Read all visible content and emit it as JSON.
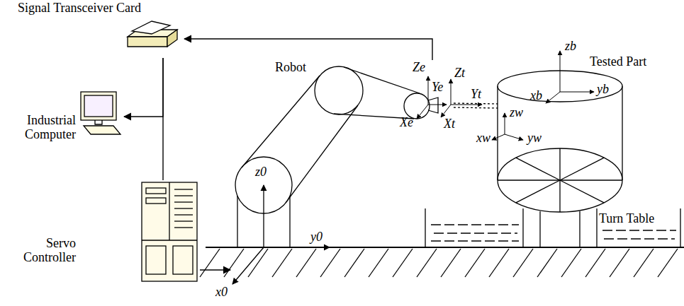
{
  "diagram": {
    "nodes": [
      {
        "text": [
          "Signal Transceiver Card"
        ]
      },
      {
        "text": [
          "Industrial Computer"
        ]
      },
      {
        "text": [
          "Servo Controller"
        ]
      },
      {
        "text": [
          "Robot"
        ]
      },
      {
        "text": [
          "Tested Part"
        ]
      },
      {
        "text": [
          "Turn Table"
        ]
      }
    ],
    "edges": [
      {
        "from": 3,
        "to": 0,
        "arrow": "to"
      },
      {
        "from": 0,
        "to": 1,
        "arrow": "to"
      },
      {
        "from": 0,
        "to": 2,
        "arrow": "none"
      },
      {
        "from": 2,
        "to": 3,
        "arrow": "to"
      }
    ],
    "labels": [
      "z0",
      "y0",
      "x0",
      "Ze",
      "Ye",
      "Xe",
      "Zt",
      "Yt",
      "Xt",
      "zb",
      "yb",
      "xb",
      "zw",
      "xw",
      "yw"
    ]
  }
}
